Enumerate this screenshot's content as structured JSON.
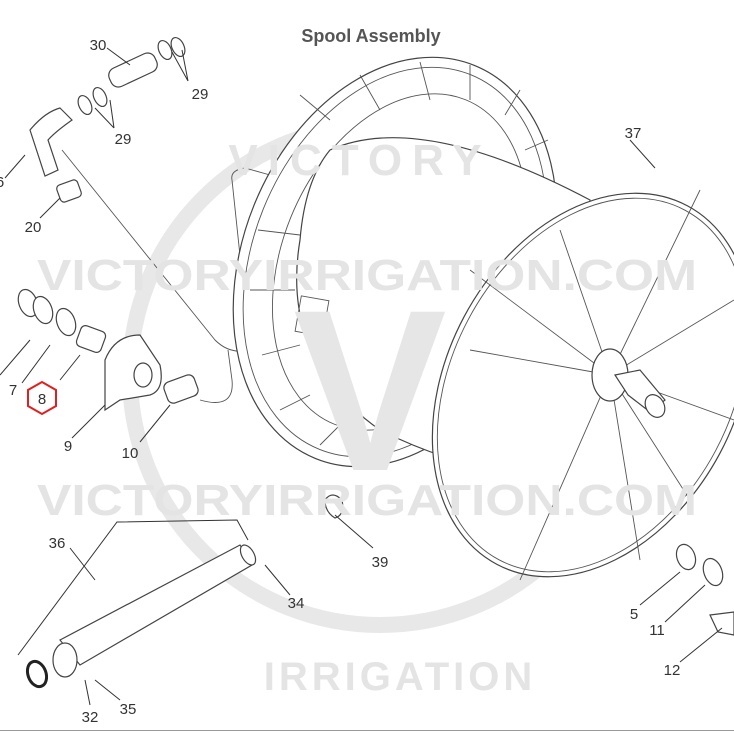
{
  "title": "Spool Assembly",
  "watermark": {
    "top": "VICTORYIRRIGATION.COM",
    "bottom": "VICTORYIRRIGATION.COM",
    "arc_top": "VICTORY",
    "arc_bottom": "IRRIGATION",
    "logo_letter": "V"
  },
  "highlight_color": "#e02020",
  "callouts": {
    "c30": "30",
    "c29a": "29",
    "c29b": "29",
    "c6": "6",
    "c20": "20",
    "c7": "7",
    "c8": "8",
    "c9": "9",
    "c10": "10",
    "c37": "37",
    "c39": "39",
    "c36": "36",
    "c34": "34",
    "c5": "5",
    "c11": "11",
    "c12": "12",
    "c32": "32",
    "c35": "35"
  }
}
